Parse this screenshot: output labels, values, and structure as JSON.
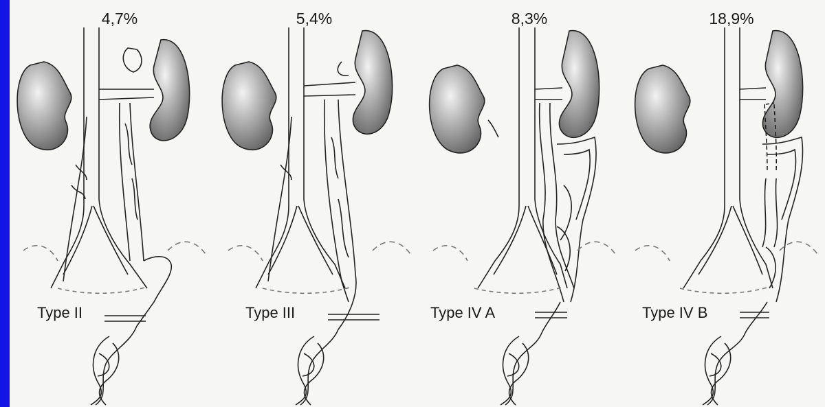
{
  "panels": [
    {
      "percentage": "4,7%",
      "type_label": "Type II"
    },
    {
      "percentage": "5,4%",
      "type_label": "Type III"
    },
    {
      "percentage": "8,3%",
      "type_label": "Type IV A"
    },
    {
      "percentage": "18,9%",
      "type_label": "Type IV B"
    }
  ]
}
